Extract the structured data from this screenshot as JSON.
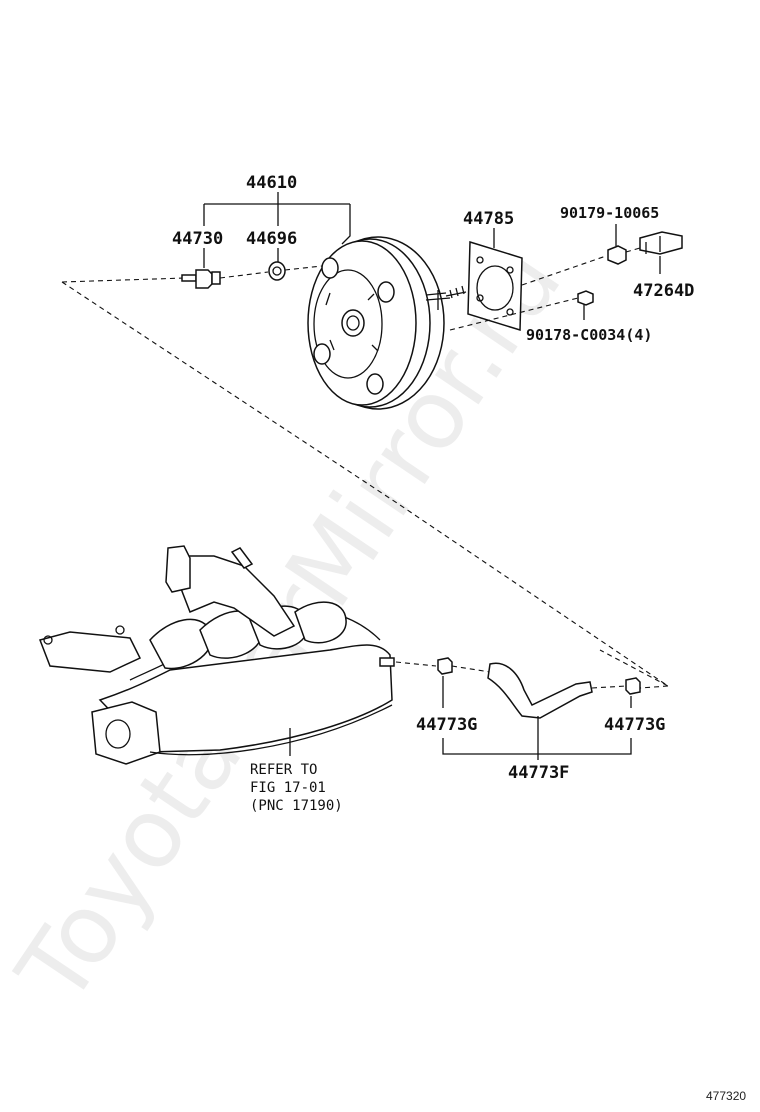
{
  "watermark": "ToyotaCarMirror.ru",
  "figure_number": "477320",
  "parts": {
    "booster_assy": "44610",
    "check_valve": "44730",
    "grommet": "44696",
    "gasket": "44785",
    "nut_upper": "90179-10065",
    "clevis": "47264D",
    "nut_lower": "90178-C0034(4)",
    "clip_left": "44773G",
    "clip_right": "44773G",
    "hose": "44773F"
  },
  "reference": {
    "line1": "REFER TO",
    "line2": "FIG 17-01",
    "line3": "(PNC 17190)"
  }
}
